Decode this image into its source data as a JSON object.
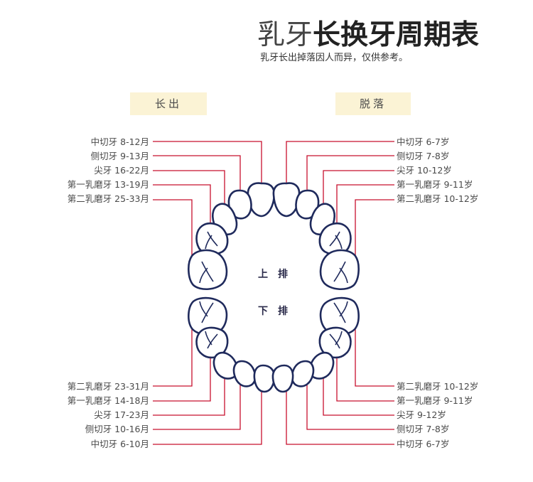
{
  "header": {
    "title_light": "乳牙",
    "title_bold": "长换牙周期表",
    "subtitle": "乳牙长出掉落因人而异，仅供参考。"
  },
  "tags": {
    "eruption": "长出",
    "shedding": "脱落"
  },
  "jaw_labels": {
    "upper": "上　排",
    "lower": "下　排"
  },
  "upper_eruption": [
    "中切牙 8-12月",
    "侧切牙 9-13月",
    "尖牙 16-22月",
    "第一乳磨牙 13-19月",
    "第二乳磨牙 25-33月"
  ],
  "upper_shedding": [
    "中切牙 6-7岁",
    "侧切牙 7-8岁",
    "尖牙 10-12岁",
    "第一乳磨牙 9-11岁",
    "第二乳磨牙 10-12岁"
  ],
  "lower_eruption": [
    "第二乳磨牙 23-31月",
    "第一乳磨牙 14-18月",
    "尖牙 17-23月",
    "侧切牙 10-16月",
    "中切牙 6-10月"
  ],
  "lower_shedding": [
    "第二乳磨牙 10-12岁",
    "第一乳磨牙 9-11岁",
    "尖牙 9-12岁",
    "侧切牙 7-8岁",
    "中切牙 6-7岁"
  ],
  "colors": {
    "line": "#c8102e",
    "tooth_stroke": "#1f2a5c",
    "tag_bg": "#fbf3d5"
  }
}
